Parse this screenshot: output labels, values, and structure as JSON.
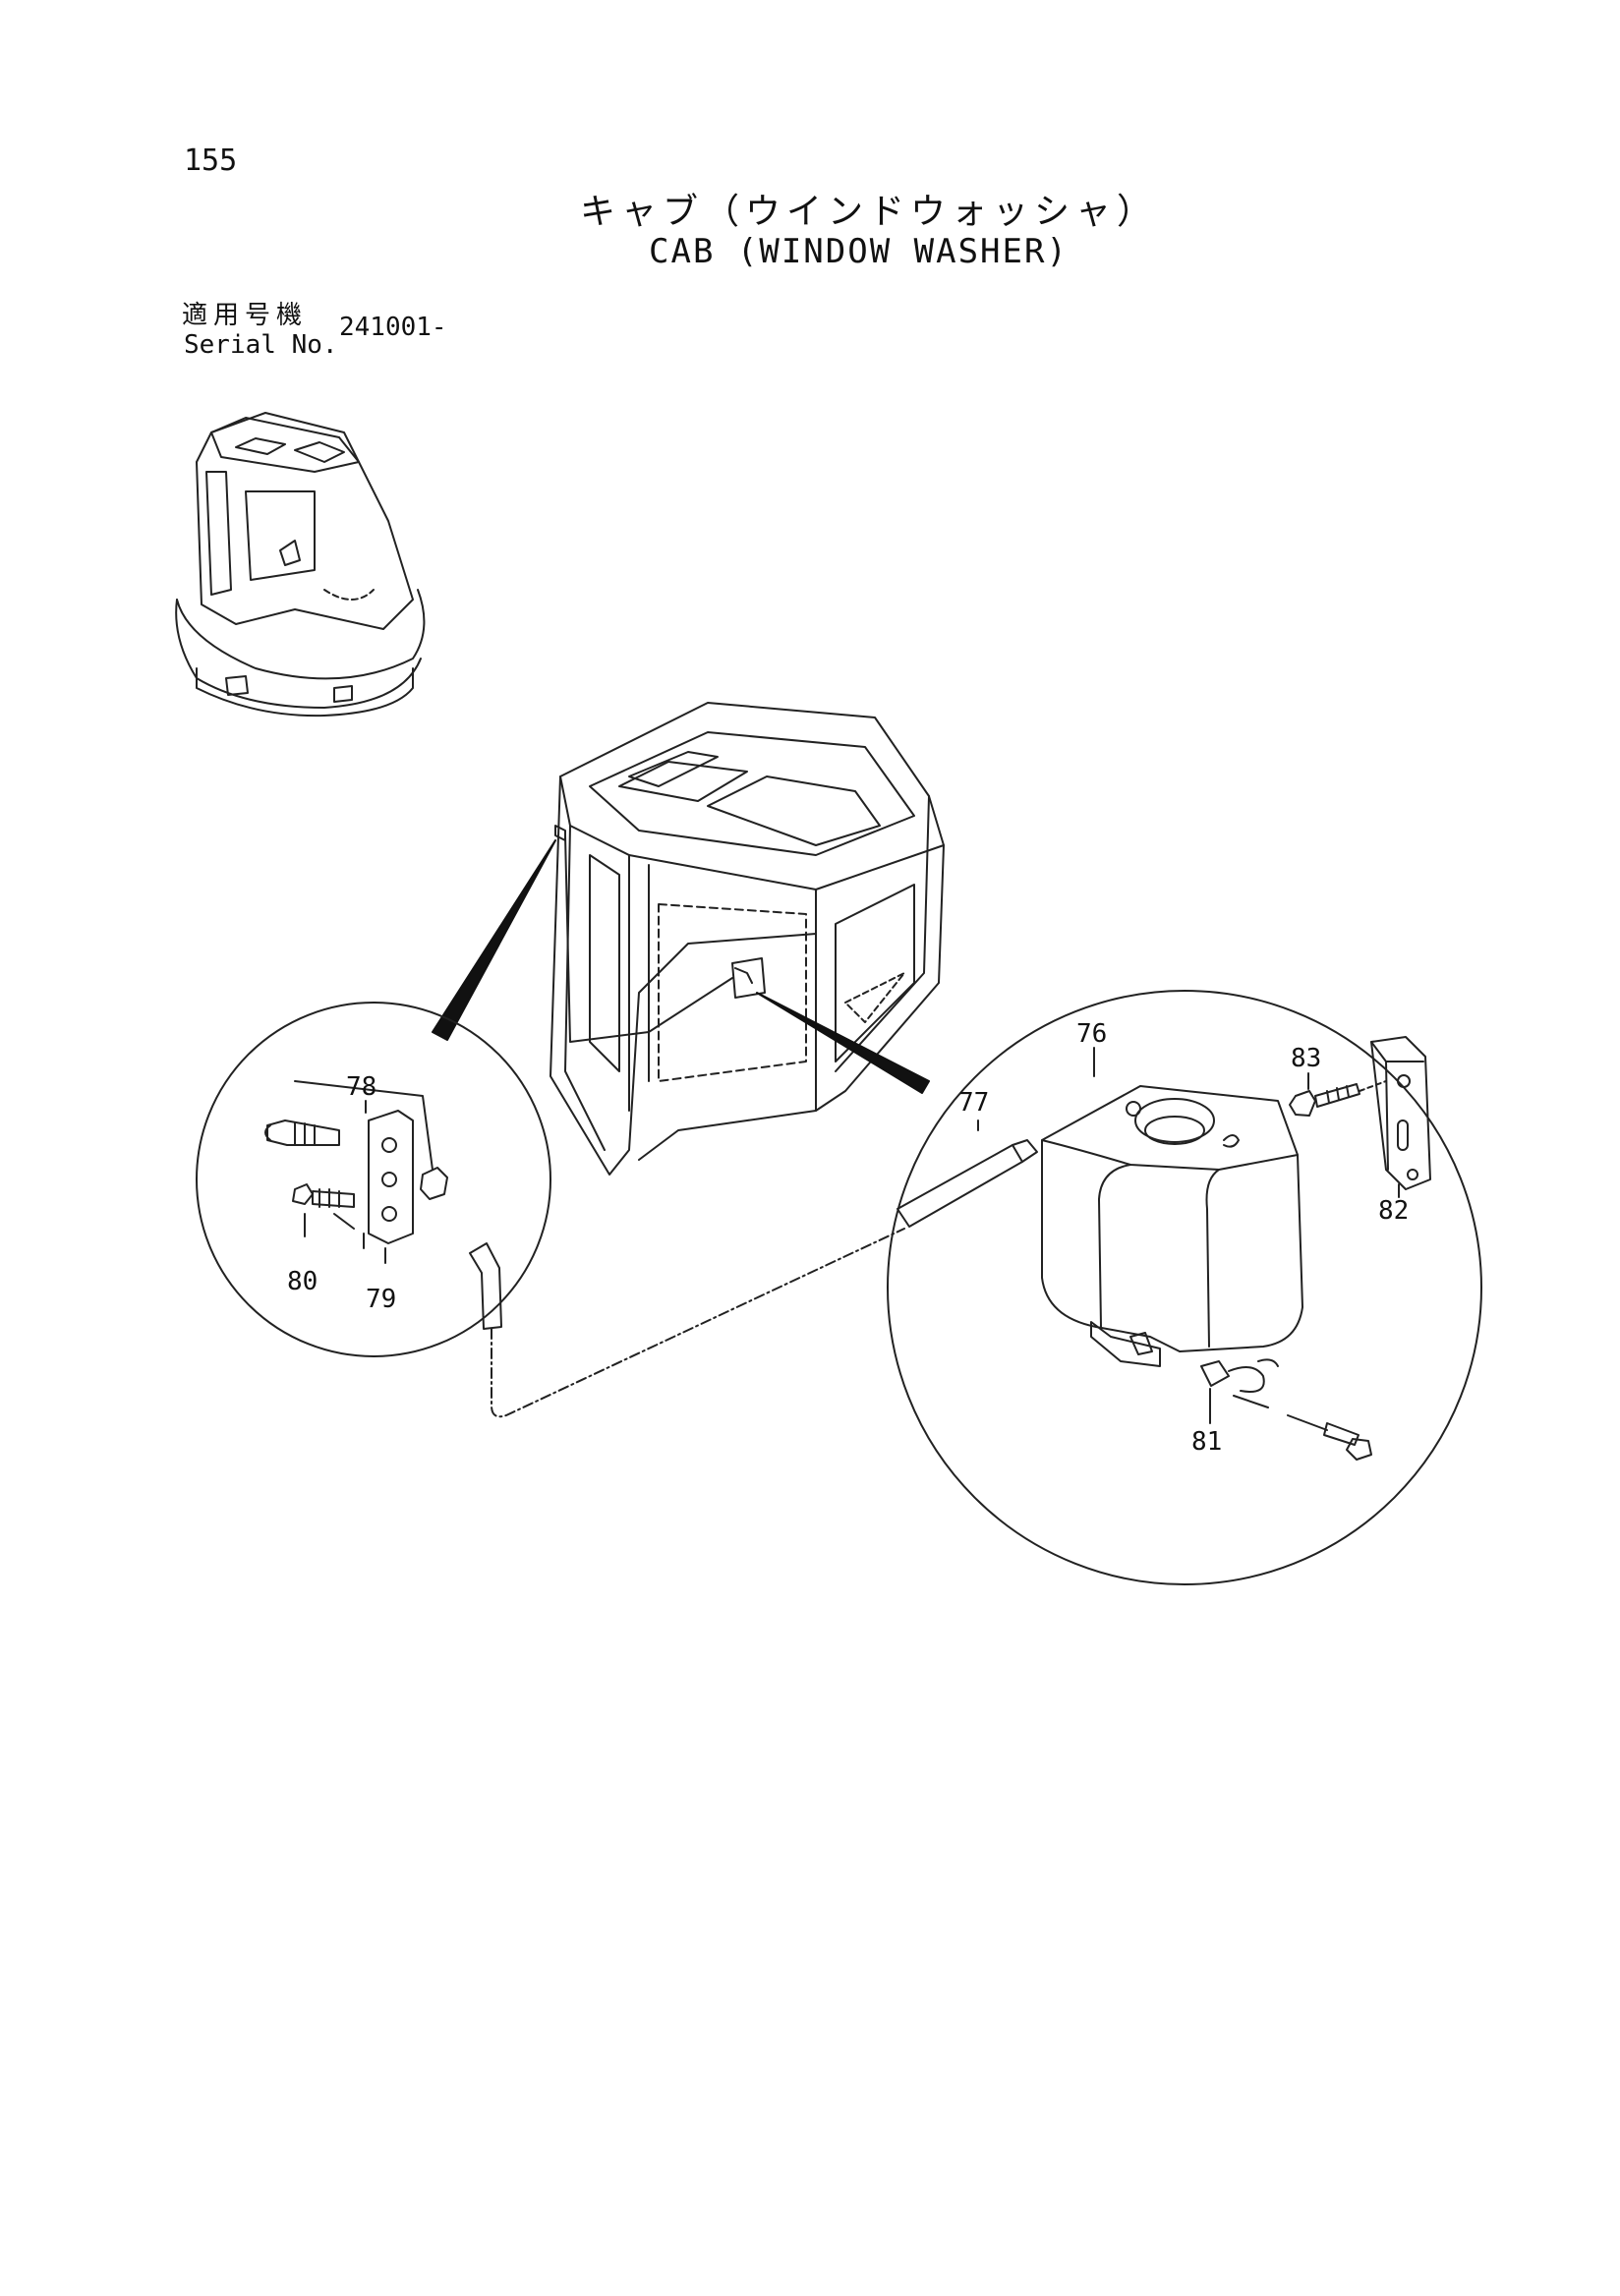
{
  "page": {
    "number": "155"
  },
  "title": {
    "japanese": "キャブ（ウインドウォッシャ）",
    "english": "CAB (WINDOW WASHER)"
  },
  "serial": {
    "label_jp": "適用号機",
    "label_en": "Serial No.",
    "value": "241001-"
  },
  "callouts": {
    "p76": "76",
    "p77": "77",
    "p78": "78",
    "p79": "79",
    "p80": "80",
    "p81": "81",
    "p82": "82",
    "p83": "83"
  }
}
